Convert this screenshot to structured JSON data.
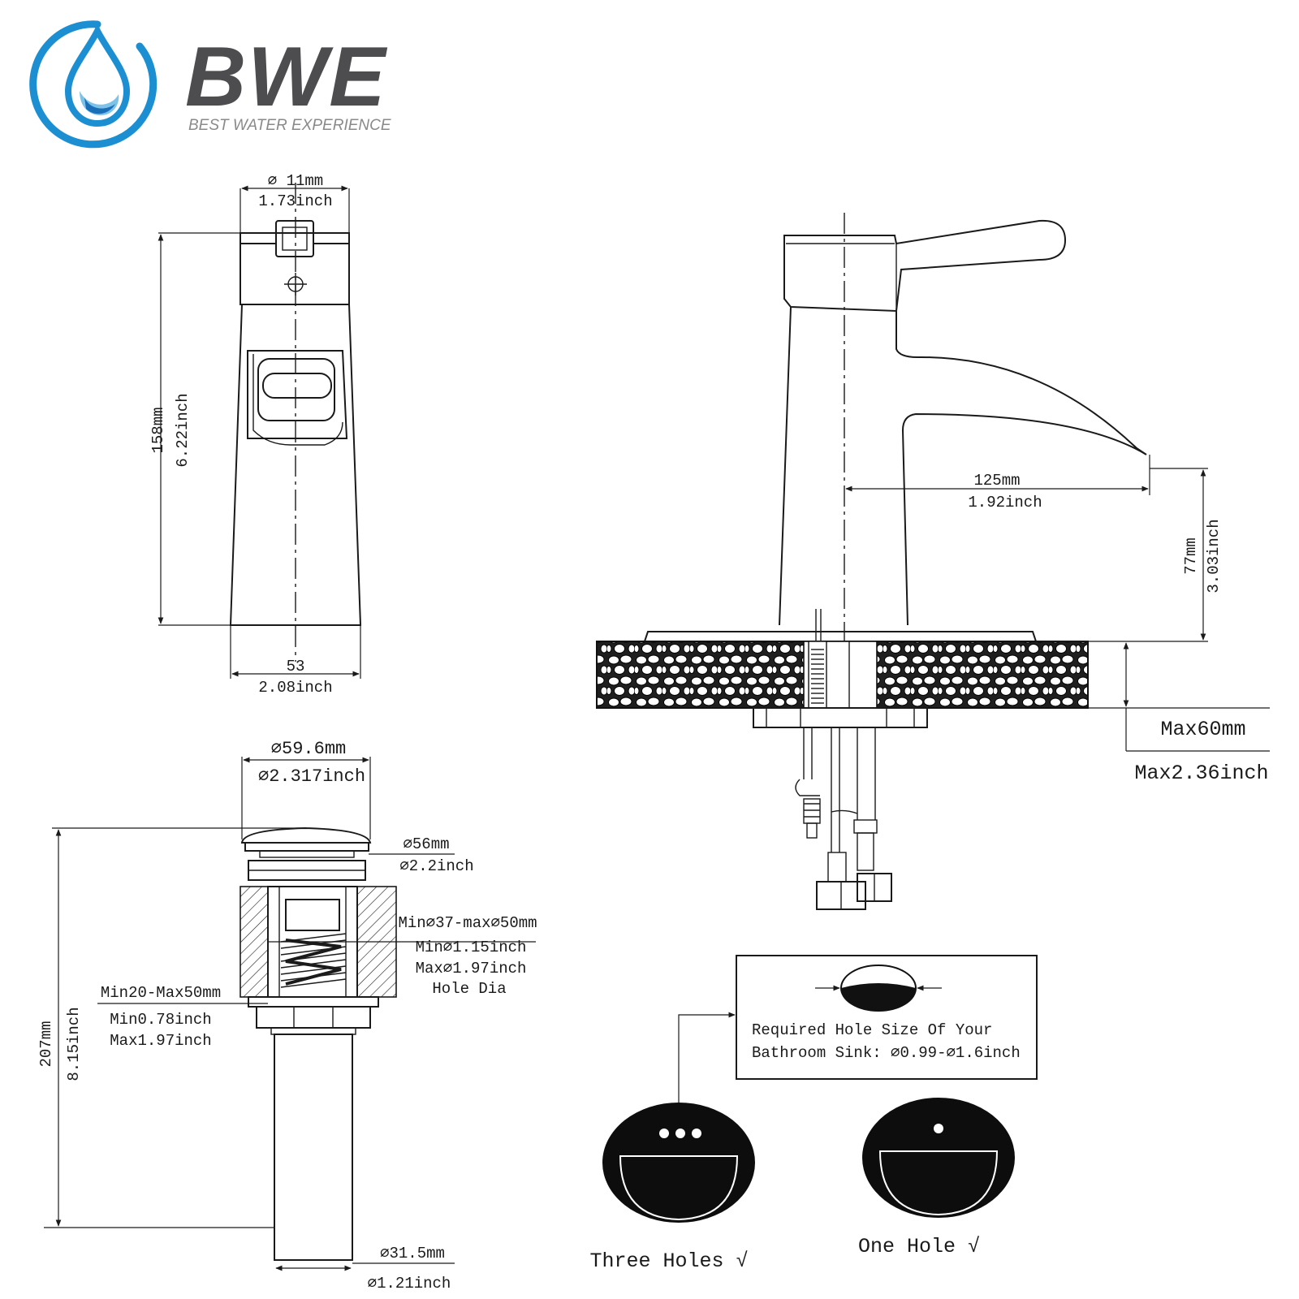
{
  "logo": {
    "brand": "BWE",
    "tagline": "BEST WATER EXPERIENCE",
    "colors": {
      "ring": "#1b8fd2",
      "drop_light": "#7cc3ea",
      "drop_dark": "#1b6fb8",
      "text": "#4d4d4f",
      "tagline": "#8a8a8c"
    }
  },
  "faucet_front": {
    "top_width_mm": "⌀ 11mm",
    "top_width_in": "1.73inch",
    "height_mm": "158mm",
    "height_in": "6.22inch",
    "base_width_mm": "53",
    "base_width_in": "2.08inch"
  },
  "faucet_side": {
    "reach_mm": "125mm",
    "reach_in": "1.92inch",
    "spout_height_mm": "77mm",
    "spout_height_in": "3.03inch",
    "deck_max_mm": "Max60mm",
    "deck_max_in": "Max2.36inch"
  },
  "drain": {
    "cap_dia_mm": "⌀59.6mm",
    "cap_dia_in": "⌀2.317inch",
    "flange_dia_mm": "⌀56mm",
    "flange_dia_in": "⌀2.2inch",
    "hole_range_mm": "Min⌀37-max⌀50mm",
    "hole_min_in": "Min⌀1.15inch",
    "hole_max_in": "Max⌀1.97inch",
    "hole_label": "Hole Dia",
    "thickness_mm": "Min20-Max50mm",
    "thickness_min_in": "Min0.78inch",
    "thickness_max_in": "Max1.97inch",
    "height_mm": "207mm",
    "height_in": "8.15inch",
    "pipe_dia_mm": "⌀31.5mm",
    "pipe_dia_in": "⌀1.21inch"
  },
  "hole_note": {
    "line1": "Required Hole Size Of Your",
    "line2": "Bathroom Sink: ⌀0.99-⌀1.6inch"
  },
  "sinks": {
    "three_holes": "Three Holes √",
    "one_hole": "One Hole  √"
  }
}
